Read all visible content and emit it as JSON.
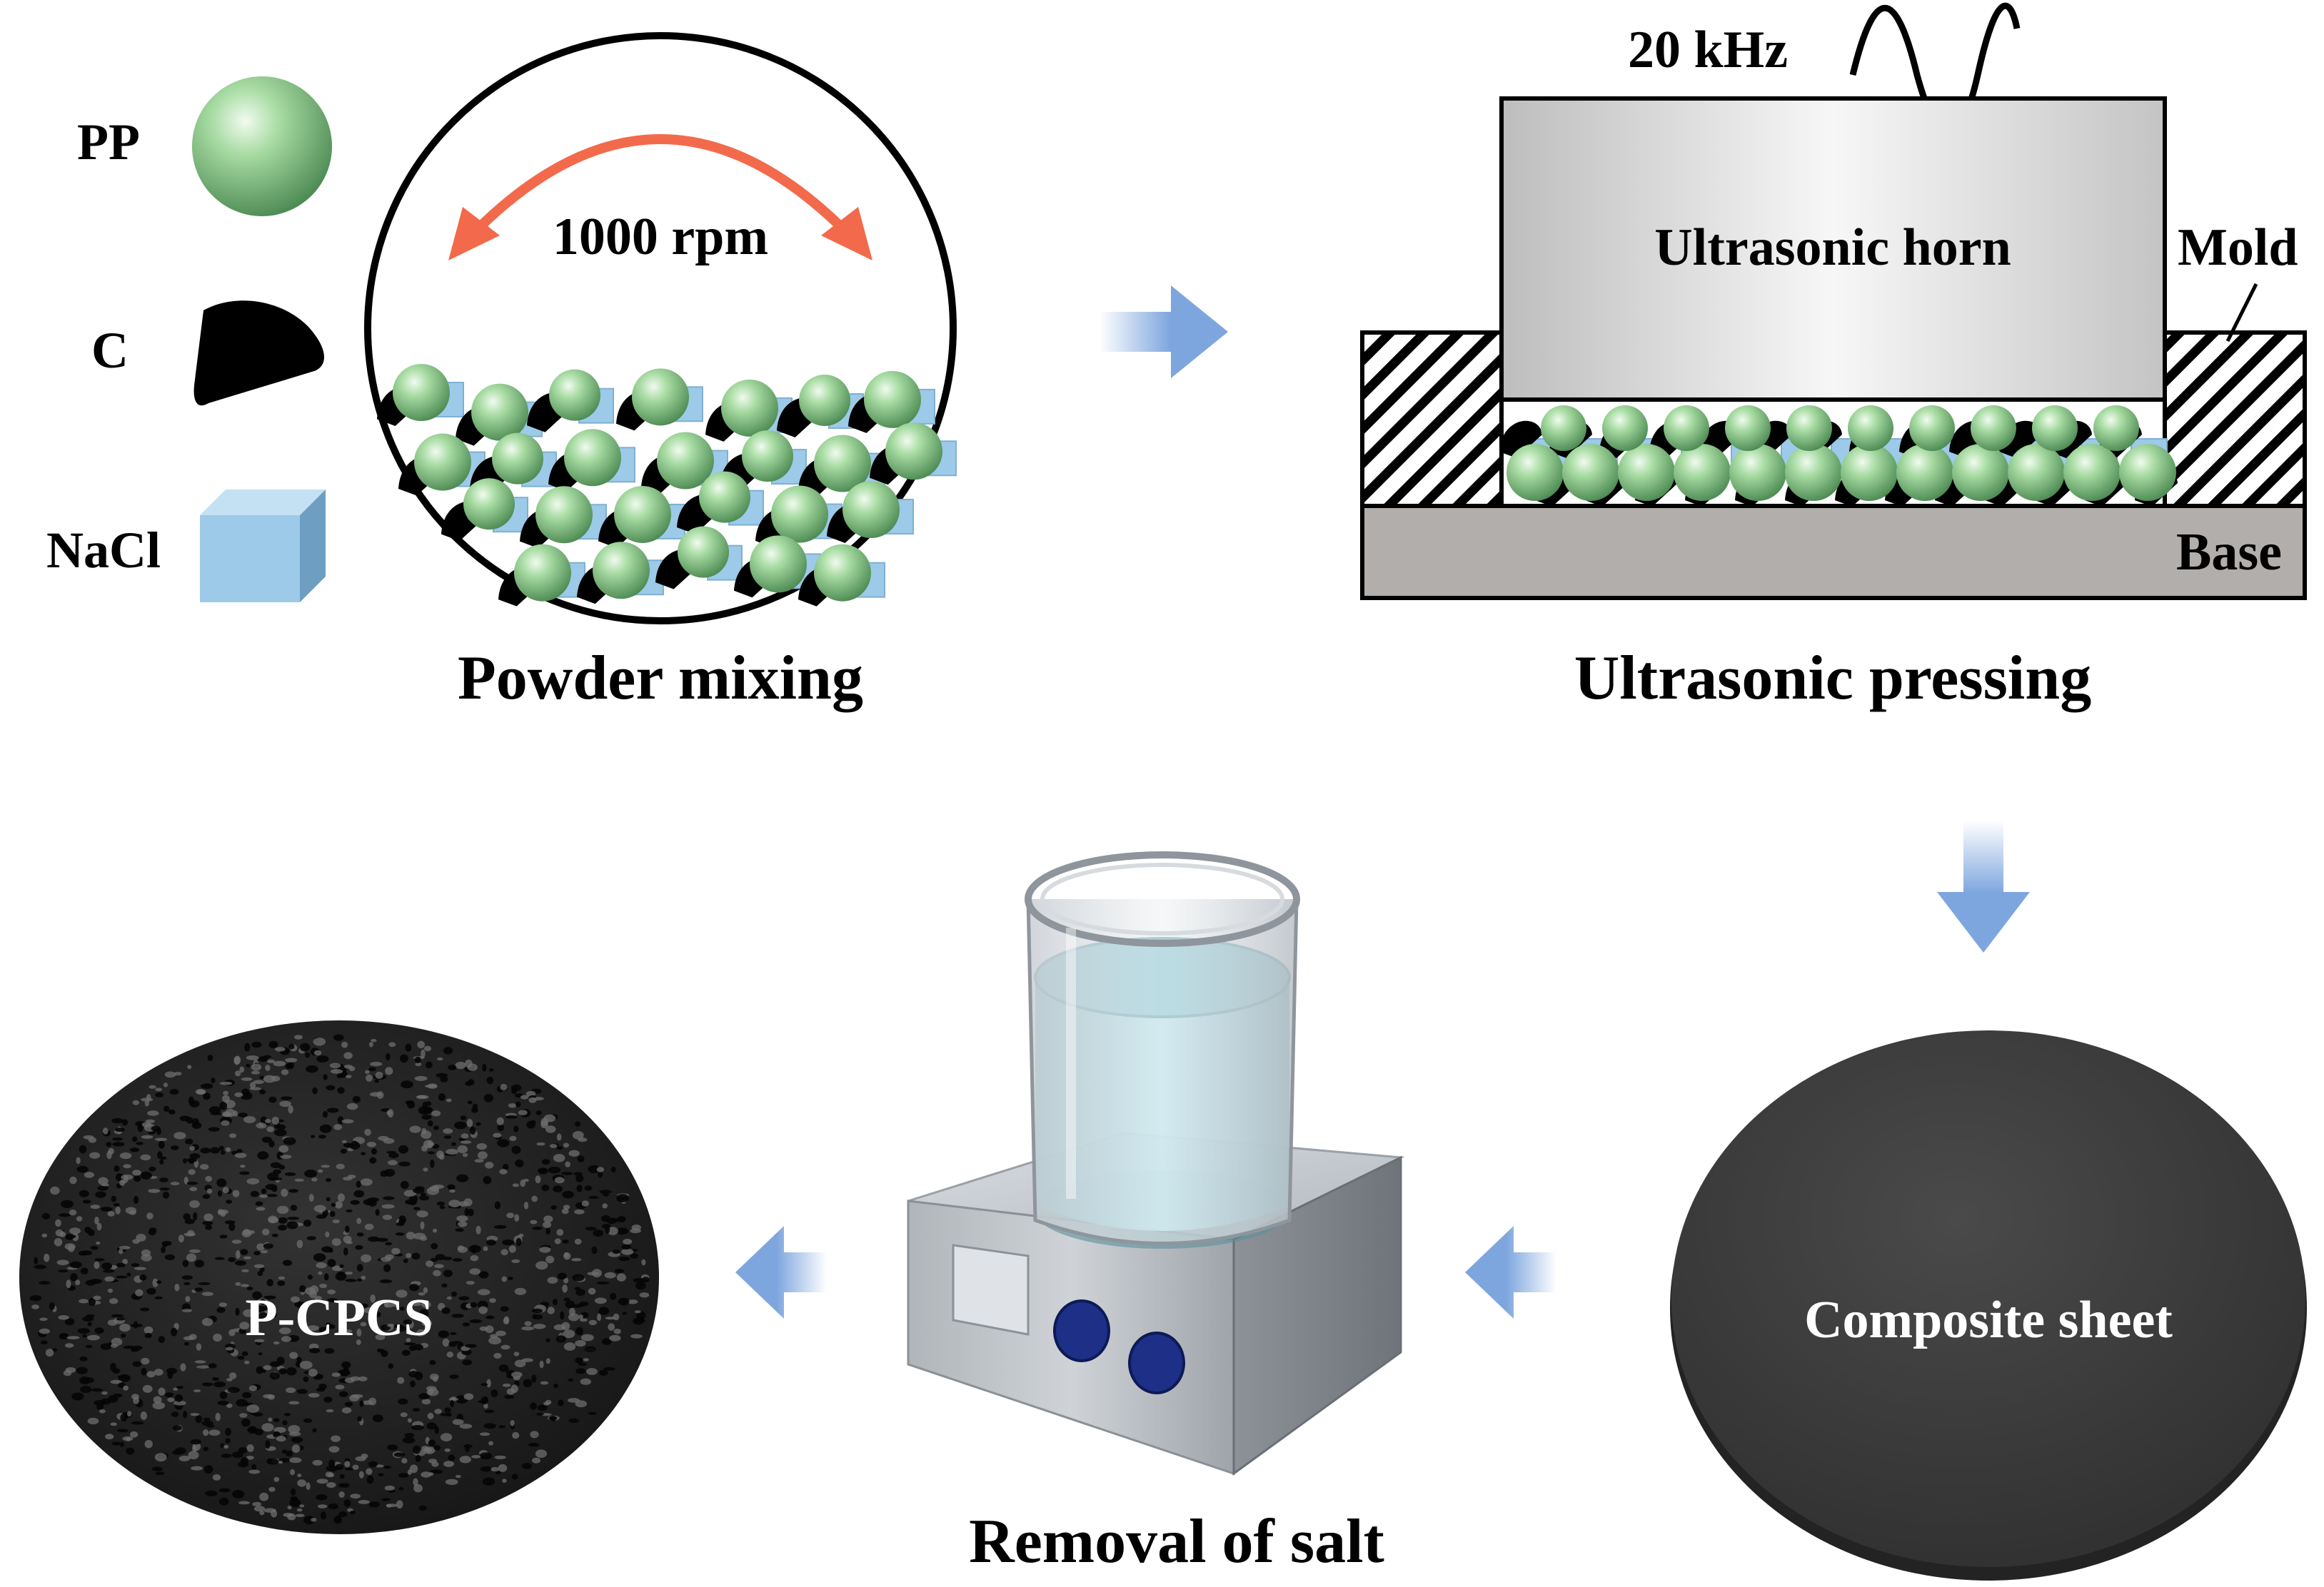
{
  "legend": {
    "pp": "PP",
    "c": "C",
    "nacl": "NaCl"
  },
  "mixing": {
    "speed": "1000 rpm",
    "caption": "Powder mixing"
  },
  "pressing": {
    "frequency": "20 kHz",
    "horn": "Ultrasonic horn",
    "mold": "Mold",
    "base": "Base",
    "caption": "Ultrasonic pressing"
  },
  "sheet": {
    "label": "Composite sheet"
  },
  "salt_removal": {
    "caption": "Removal of salt"
  },
  "product": {
    "label": "P-CPCS"
  },
  "colors": {
    "pp_green": "#8fce8a",
    "nacl_blue": "#9ccae8",
    "carbon": "#000000",
    "arrow_blue": "#7ea6de",
    "rotation_arrow": "#f26a4b",
    "base_gray": "#b2aeab",
    "sheet_dark": "#3c3c3c",
    "water": "#8fd0dc",
    "knob_blue": "#1d2f86"
  }
}
